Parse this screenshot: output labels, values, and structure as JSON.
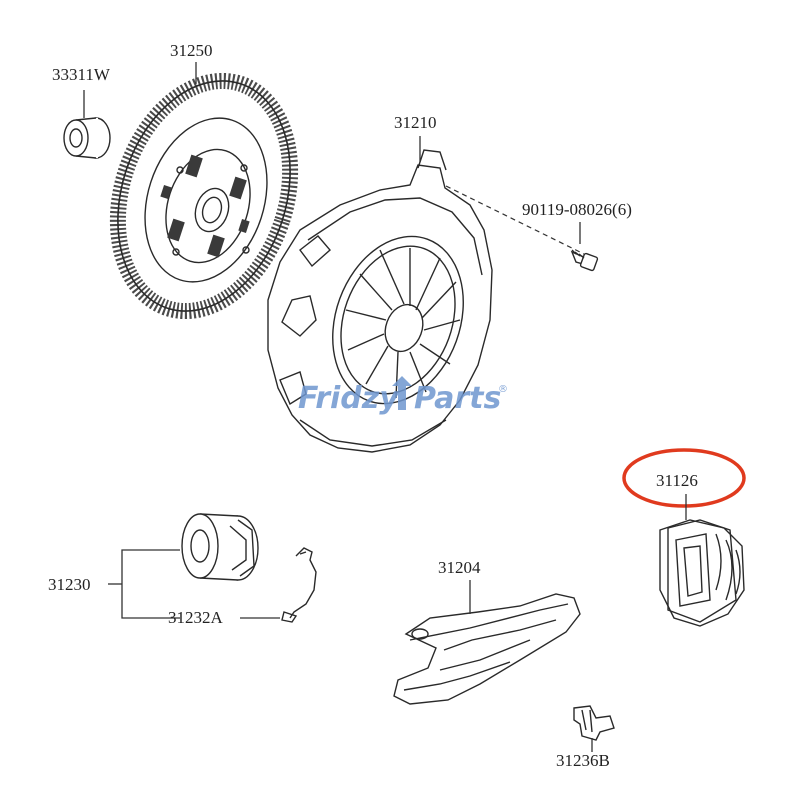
{
  "labels": {
    "release_bearing_small": "33311W",
    "clutch_disc": "31250",
    "clutch_cover": "31210",
    "bolt": "90119-08026(6)",
    "boot": "31126",
    "release_bearing_hub": "31230",
    "clip": "31232A",
    "release_fork": "31204",
    "pivot_stud": "31236B"
  },
  "watermark": {
    "brand_left": "Fridzy",
    "brand_right": "Parts",
    "trademark": "®"
  },
  "colors": {
    "highlight": "#e03a1e",
    "watermark": "#6f97d0",
    "line": "#2a2a2a"
  },
  "highlighted_part": "31126"
}
